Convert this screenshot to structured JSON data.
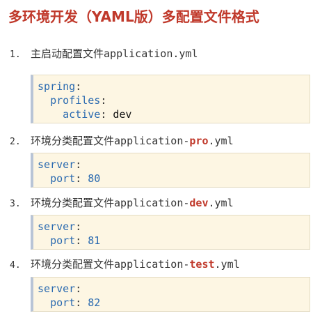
{
  "title": "多环境开发（YAML版）多配置文件格式",
  "items": [
    {
      "number": "1.",
      "label": "主启动配置文件",
      "filename_prefix": "application",
      "filename_highlight": "",
      "filename_suffix": ".yml",
      "code": [
        {
          "key": "spring",
          "value": ""
        },
        {
          "key": "profiles",
          "value": ""
        },
        {
          "key": "active",
          "value": "dev"
        }
      ]
    },
    {
      "number": "2.",
      "label": "环境分类配置文件",
      "filename_prefix": "application-",
      "filename_highlight": "pro",
      "filename_suffix": ".yml",
      "code": [
        {
          "key": "server",
          "value": ""
        },
        {
          "key": "port",
          "value": "80"
        }
      ]
    },
    {
      "number": "3.",
      "label": "环境分类配置文件",
      "filename_prefix": "application-",
      "filename_highlight": "dev",
      "filename_suffix": ".yml",
      "code": [
        {
          "key": "server",
          "value": ""
        },
        {
          "key": "port",
          "value": "81"
        }
      ]
    },
    {
      "number": "4.",
      "label": "环境分类配置文件",
      "filename_prefix": "application-",
      "filename_highlight": "test",
      "filename_suffix": ".yml",
      "code": [
        {
          "key": "server",
          "value": ""
        },
        {
          "key": "port",
          "value": "82"
        }
      ]
    }
  ],
  "colors": {
    "title": "#c0392b",
    "highlight": "#c0392b",
    "code_key": "#2a6ab0",
    "code_background": "#fdf6e3"
  }
}
